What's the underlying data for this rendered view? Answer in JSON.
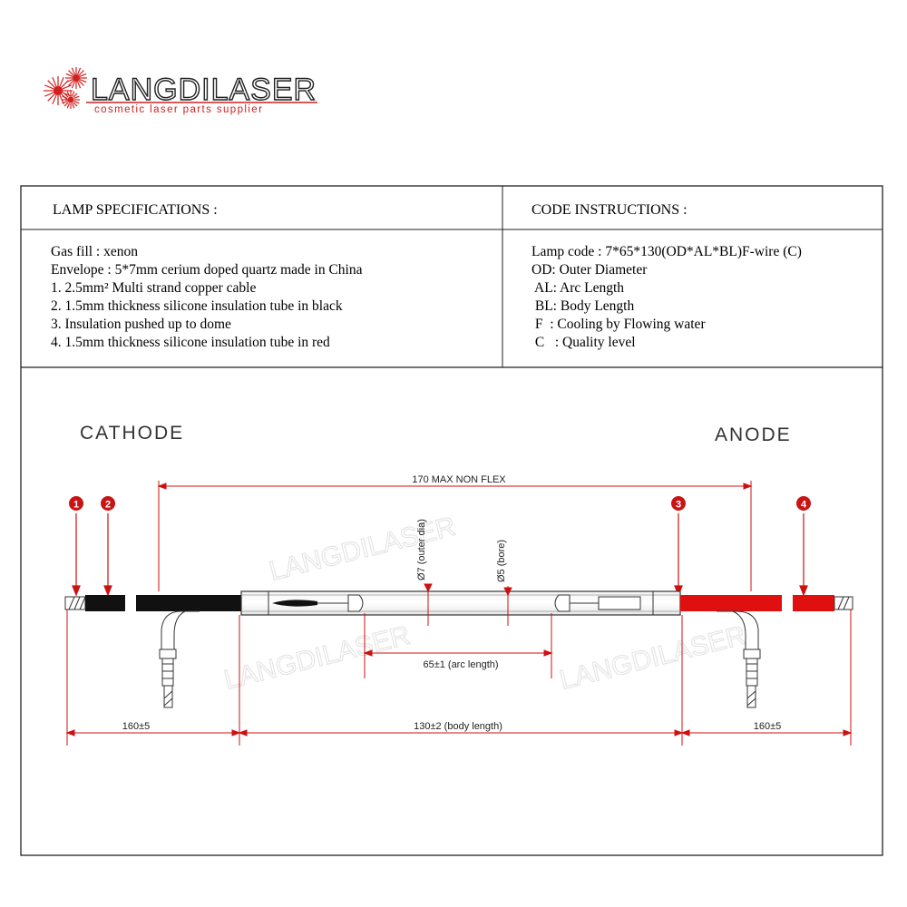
{
  "brand": {
    "name": "LANGDILASER",
    "tagline": "cosmetic laser parts supplier",
    "accent": "#d22020"
  },
  "specs": {
    "heading": "LAMP SPECIFICATIONS :",
    "lines": [
      "Gas fill : xenon",
      "Envelope : 5*7mm cerium doped quartz made in China",
      "1. 2.5mm² Multi strand copper cable",
      "2. 1.5mm thickness silicone insulation tube in  black",
      "3.  Insulation pushed up to dome",
      "4. 1.5mm thickness silicone insulation tube in red"
    ]
  },
  "codes": {
    "heading": "CODE INSTRUCTIONS :",
    "lines": [
      "Lamp code : 7*65*130(OD*AL*BL)F-wire (C)",
      "OD: Outer Diameter",
      " AL: Arc Length",
      " BL: Body Length",
      " F  : Cooling by Flowing water",
      " C   : Quality level"
    ]
  },
  "diagram": {
    "cathode": "CATHODE",
    "anode": "ANODE",
    "markers": [
      "1",
      "2",
      "3",
      "4"
    ],
    "marker_color": "#c81414",
    "cable_black": "#111111",
    "cable_red": "#e01010",
    "dim_color": "#cc1111",
    "dims": {
      "max_non_flex": "170 MAX NON FLEX",
      "outer_dia": "Ø7 (outer dia)",
      "bore": "Ø5 (bore)",
      "arc": "65±1 (arc length)",
      "body": "130±2 (body length)",
      "left_lead": "160±5",
      "right_lead": "160±5"
    }
  }
}
